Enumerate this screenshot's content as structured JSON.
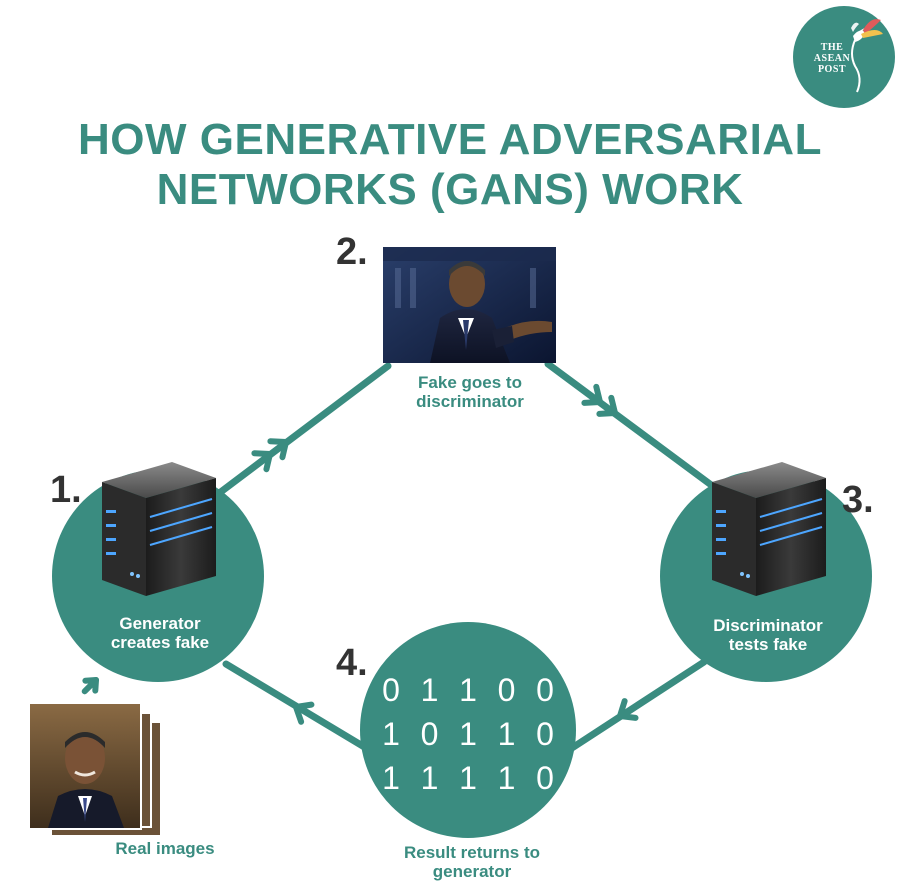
{
  "header": {
    "title_line1": "HOW GENERATIVE ADVERSARIAL",
    "title_line2": "NETWORKS (GANS) WORK"
  },
  "logo": {
    "line1": "THE",
    "line2": "ASEAN",
    "line3": "POST"
  },
  "steps": {
    "step1": {
      "number": "1.",
      "label_line1": "Generator",
      "label_line2": "creates fake"
    },
    "step2": {
      "number": "2.",
      "caption_line1": "Fake goes to",
      "caption_line2": "discriminator"
    },
    "step3": {
      "number": "3.",
      "label_line1": "Discriminator",
      "label_line2": "tests fake"
    },
    "step4": {
      "number": "4.",
      "caption_line1": "Result returns to",
      "caption_line2": "generator"
    }
  },
  "binary_rows": [
    [
      "0",
      "1",
      "1",
      "0",
      "0"
    ],
    [
      "1",
      "0",
      "1",
      "1",
      "0"
    ],
    [
      "1",
      "1",
      "1",
      "1",
      "0"
    ]
  ],
  "real_images": {
    "caption": "Real images"
  },
  "colors": {
    "teal": "#3a8c80",
    "server_led": "#4da6ff",
    "number_text": "#333333"
  },
  "icons": {
    "server": "server-icon",
    "photo": "photo-icon",
    "arrow": "arrowhead-icon"
  }
}
